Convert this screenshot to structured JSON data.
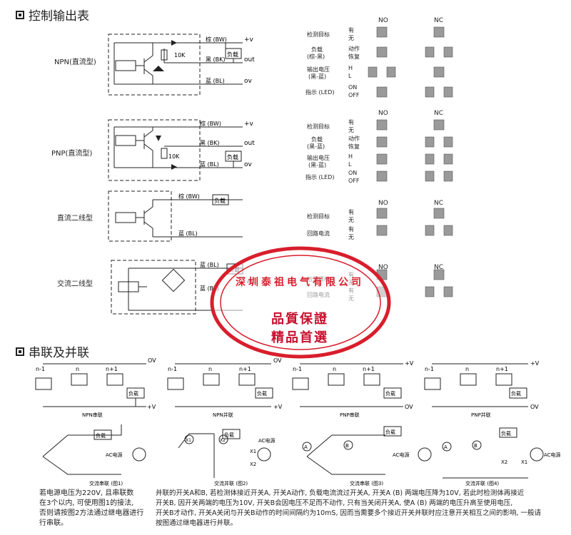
{
  "sections": {
    "control_output_title": "控制输出表",
    "series_parallel_title": "串联及并联"
  },
  "circuits": {
    "npn_label": "NPN(直流型)",
    "pnp_label": "PNP(直流型)",
    "dc2_label": "直流二线型",
    "ac2_label": "交流二线型",
    "wire_brown": "棕 (BW)",
    "wire_black": "黑 (BK)",
    "wire_blue": "蓝 (BL)",
    "plus_v": "+v",
    "out": "out",
    "ov": "ov",
    "ac": "AC",
    "load": "负载",
    "r10k": "10K"
  },
  "timing": {
    "no": "NO",
    "nc": "NC",
    "detect_target": "检测目标",
    "load_npn": "负载",
    "load_npn_sub": "(棕-黑)",
    "load_pnp": "负载",
    "load_pnp_sub": "(黑-蓝)",
    "out_voltage": "输出电压",
    "out_voltage_sub": "(黑-蓝)",
    "indicator": "指示 (LED)",
    "loop_current": "回路电流",
    "you": "有",
    "wu": "无",
    "act": "动作",
    "reset": "恢复",
    "h": "H",
    "l": "L",
    "on": "ON",
    "off": "OFF"
  },
  "stamp": {
    "top_text": "深圳泰祖电气有限公司",
    "line1": "品質保證",
    "line2": "精品首選"
  },
  "series_parallel": {
    "n_minus_1": "n-1",
    "n": "n",
    "n_plus_1": "n+1",
    "ov": "OV",
    "plus_v": "+V",
    "load": "负载",
    "npn_series": "NPN串联",
    "npn_parallel": "NPN并联",
    "pnp_series": "PNP串联",
    "pnp_parallel": "PNP并联",
    "ac_power": "AC电源",
    "ac_series": "交流串联 (图1)",
    "parallel_fig2": "交流并联 (图2)",
    "ac_series_fig3": "交流串联 (图3)",
    "ac_parallel_fig4": "交流并联 (图4)",
    "x1": "X1",
    "x2": "X2",
    "a": "A",
    "b": "B"
  },
  "notes": {
    "left_l1": "若电源电压为220V, 且串联数",
    "left_l2": "在3个以内, 可使用图1的接法,",
    "left_l3": "否则请按图2方法通过继电器进行",
    "left_l4": "行串联。",
    "right_l1": "并联的开关A和B, 若检测体接近开关A, 开关A动作, 负载电流流过开关A, 开关A (B) 两端电压降为10V, 若此时检测体再接近",
    "right_l2": "开关B, 因开关两端的电压为10V, 开关B会因电压不足而不动作, 只有当关闭开关A, 使A (B) 两端的电压升高至使用电压,",
    "right_l3": "开关B才动作, 开关A关闭与开关B动作的时间间隔约为10mS, 因而当需要多个接近开关并联时应注意开关相互之间的影响, 一般请",
    "right_l4": "按图通过继电器进行并联。"
  }
}
